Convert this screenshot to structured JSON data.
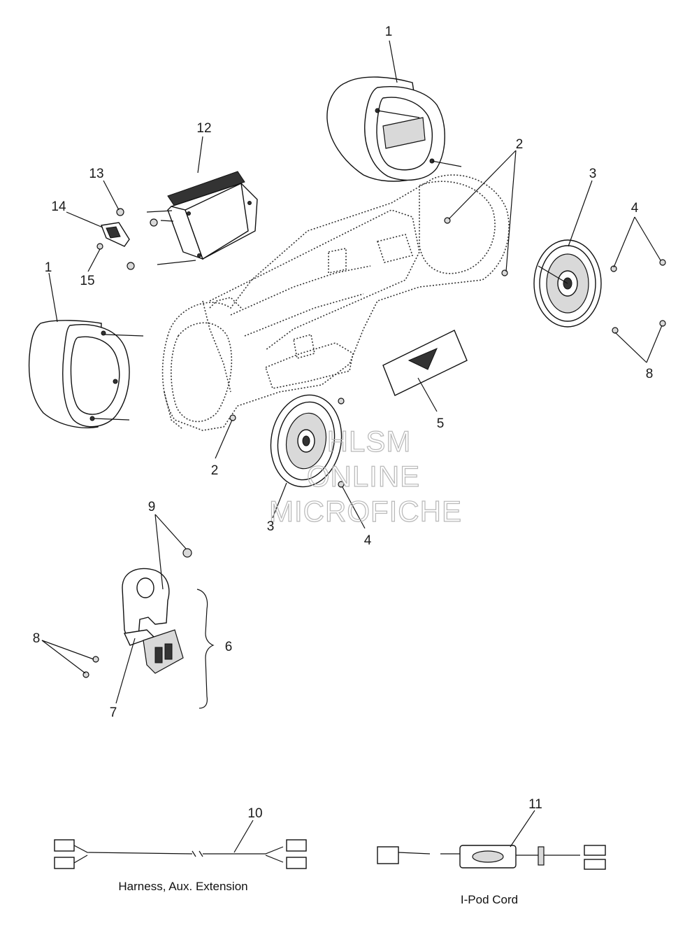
{
  "callouts": [
    {
      "id": "c1a",
      "label": "1"
    },
    {
      "id": "c1b",
      "label": "1"
    },
    {
      "id": "c2a",
      "label": "2"
    },
    {
      "id": "c2b",
      "label": "2"
    },
    {
      "id": "c3a",
      "label": "3"
    },
    {
      "id": "c3b",
      "label": "3"
    },
    {
      "id": "c4a",
      "label": "4"
    },
    {
      "id": "c4b",
      "label": "4"
    },
    {
      "id": "c5",
      "label": "5"
    },
    {
      "id": "c6",
      "label": "6"
    },
    {
      "id": "c7",
      "label": "7"
    },
    {
      "id": "c8a",
      "label": "8"
    },
    {
      "id": "c8b",
      "label": "8"
    },
    {
      "id": "c9",
      "label": "9"
    },
    {
      "id": "c10",
      "label": "10"
    },
    {
      "id": "c11",
      "label": "11"
    },
    {
      "id": "c12",
      "label": "12"
    },
    {
      "id": "c13",
      "label": "13"
    },
    {
      "id": "c14",
      "label": "14"
    },
    {
      "id": "c15",
      "label": "15"
    }
  ],
  "captions": {
    "harness": "Harness, Aux. Extension",
    "ipod": "I-Pod Cord"
  },
  "watermark": [
    "HLSM",
    "ONLINE",
    "MICROFICHE"
  ]
}
